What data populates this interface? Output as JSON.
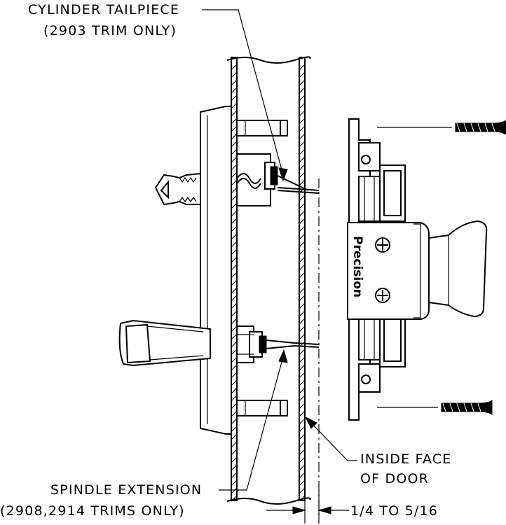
{
  "labels": {
    "cylinder_tailpiece_line1": "CYLINDER TAILPIECE",
    "cylinder_tailpiece_line2": "(2903 TRIM ONLY)",
    "inside_face_line1": "INSIDE FACE",
    "inside_face_line2": "OF DOOR",
    "spindle_extension_line1": "SPINDLE EXTENSION",
    "spindle_extension_line2": "(2908,2914 TRIMS ONLY)",
    "dimension": "1/4 TO 5/16"
  },
  "brand": "Precision",
  "colors": {
    "ink": "#000000",
    "background": "#ffffff"
  }
}
